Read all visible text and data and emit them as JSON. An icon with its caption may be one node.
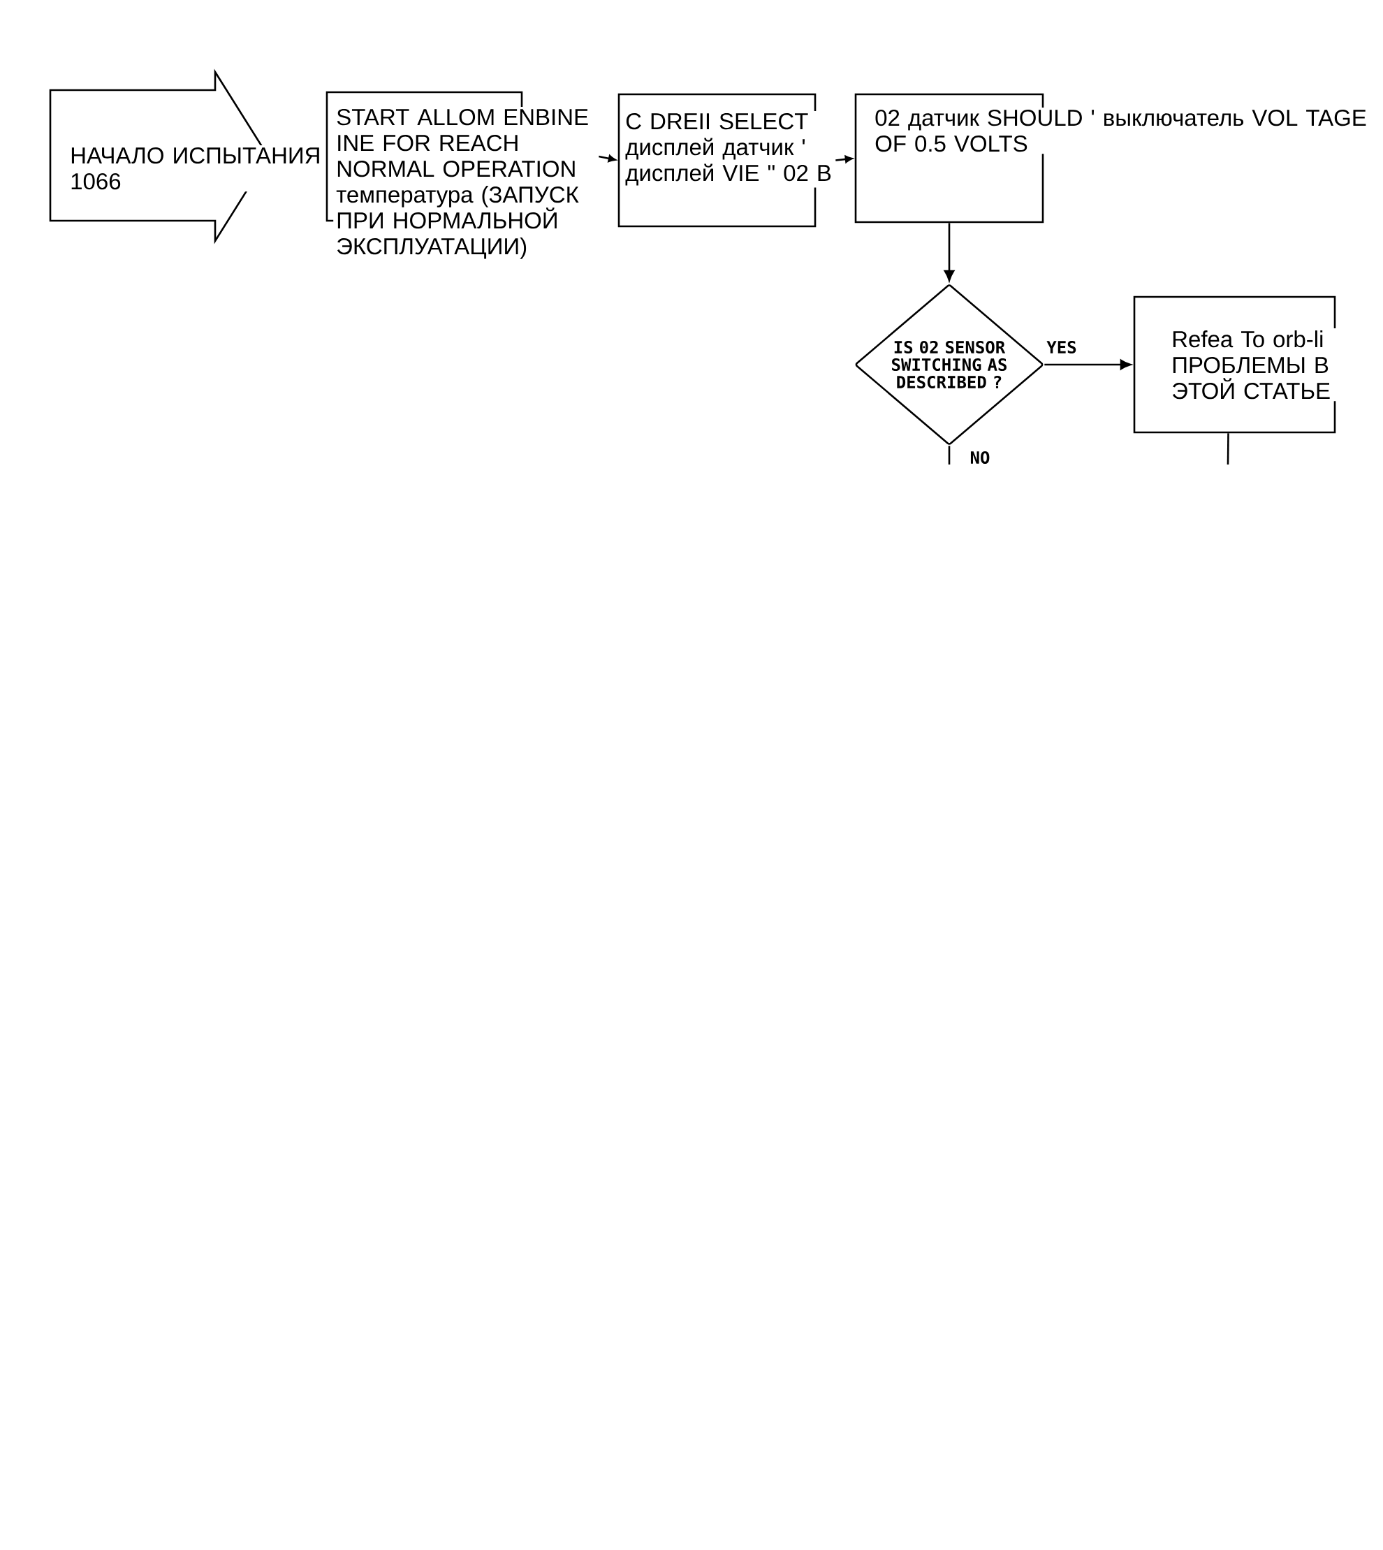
{
  "diagram": {
    "nodes": [
      {
        "text": [
          "НАЧАЛО ИСПЫТАНИЯ 1066"
        ]
      },
      {
        "text": [
          "START ALLOM ENBINE INE FOR REACH NORMAL OPERATION температура (ЗАПУСК ПРИ НОРМАЛЬНОЙ ЭКСПЛУАТАЦИИ)"
        ]
      },
      {
        "text": [
          "C DREII SELECT дисплей датчик ' дисплей VIE \" 02 B"
        ]
      },
      {
        "text": [
          "02 датчик SHOULD ' выключатель VOL TAGE OF 0.5 VOLTS"
        ]
      },
      {
        "text": [
          "IS 02 SENSOR SWITCHING AS DESCRIBED ?"
        ]
      },
      {
        "text": [
          "Refea To orb-li ПРОБЛЕМЫ В ЭТОЙ СТАТЬЕ"
        ]
      }
    ],
    "edges": [
      {
        "from": 1,
        "to": 2,
        "arrow": "to"
      },
      {
        "from": 2,
        "to": 3,
        "arrow": "to"
      },
      {
        "from": 3,
        "to": 4,
        "arrow": "to"
      },
      {
        "from": 4,
        "to": 5,
        "arrow": "to",
        "label": "YES"
      },
      {
        "from": 4,
        "to": null,
        "arrow": "none",
        "label": "NO"
      },
      {
        "from": 5,
        "to": null,
        "arrow": "none"
      }
    ]
  }
}
